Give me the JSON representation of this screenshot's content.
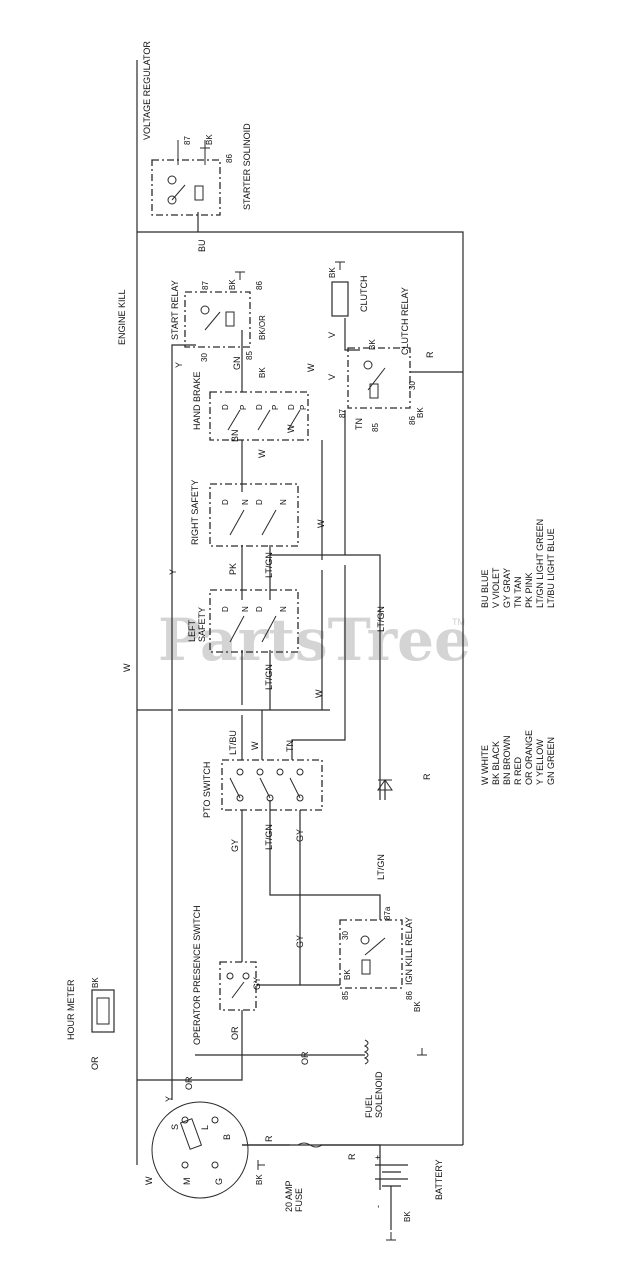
{
  "watermark": {
    "text": "PartsTree",
    "tm": "TM"
  },
  "components": {
    "voltage_regulator": "VOLTAGE REGULATOR",
    "starter_solenoid": "STARTER SOLINOID",
    "engine_kill": "ENGINE KILL",
    "start_relay": "START RELAY",
    "clutch": "CLUTCH",
    "clutch_relay": "CLUTCH RELAY",
    "hand_brake": "HAND BRAKE",
    "right_safety": "RIGHT SAFETY",
    "left_safety_1": "LEFT",
    "left_safety_2": "SAFETY",
    "pto_switch": "PTO SWITCH",
    "operator_presence_switch": "OPERATOR PRESENCE SWITCH",
    "ign_kill_relay": "IGN KILL RELAY",
    "hour_meter": "HOUR METER",
    "fuel_solenoid_1": "FUEL",
    "fuel_solenoid_2": "SOLENOID",
    "fuse_1": "20 AMP",
    "fuse_2": "FUSE",
    "battery": "BATTERY"
  },
  "terminals": {
    "t87": "87",
    "t86": "86",
    "t85": "85",
    "t30": "30",
    "t87a": "87a",
    "bk": "BK",
    "bk_or": "BK/OR",
    "D": "D",
    "P": "P",
    "N": "N",
    "S": "S",
    "Y": "Y",
    "L": "L",
    "B": "B",
    "M": "M",
    "G": "G",
    "plus": "+",
    "minus": "-"
  },
  "wires": {
    "W": "W",
    "Y": "Y",
    "BU": "BU",
    "GN": "GN",
    "BN": "BN",
    "PK": "PK",
    "LTGN": "LT/GN",
    "LTBU": "LT/BU",
    "TN": "TN",
    "GY": "GY",
    "OR": "OR",
    "R": "R",
    "V": "V",
    "BK": "BK"
  },
  "legend_left": [
    "W WHITE",
    "BK BLACK",
    "BN BROWN",
    "R RED",
    "OR ORANGE",
    "Y YELLOW",
    "GN GREEN"
  ],
  "legend_right": [
    "BU BLUE",
    "V VIOLET",
    "GY GRAY",
    "TN TAN",
    "PK PINK",
    "LT/GN LIGHT GREEN",
    "LT/BU LIGHT BLUE"
  ]
}
